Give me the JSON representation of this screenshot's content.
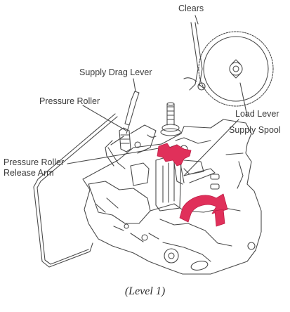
{
  "labels": {
    "clears": "Clears",
    "supply_drag_lever": "Supply Drag Lever",
    "pressure_roller": "Pressure Roller",
    "supply_spool": "Supply Spool",
    "load_lever": "Load Lever",
    "pressure_roller_release_arm_line1": "Pressure Roller",
    "pressure_roller_release_arm_line2": "Release Arm"
  },
  "caption": "(Level 1)",
  "colors": {
    "line": "#4a4a4a",
    "highlight": "#e0305a",
    "paper": "#ffffff"
  }
}
